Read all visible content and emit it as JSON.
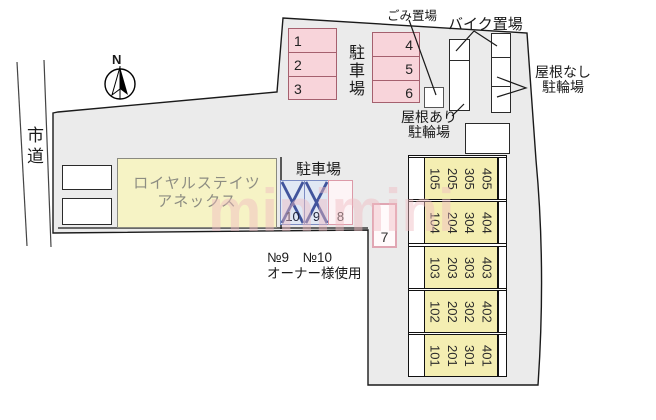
{
  "watermark": "minimini",
  "compass": {
    "north": "N"
  },
  "road": {
    "name": "市道"
  },
  "waste": {
    "label": "ごみ置場"
  },
  "bike": {
    "label": "バイク置場"
  },
  "bicycle_no_roof": {
    "line1": "屋根なし",
    "line2": "駐輪場"
  },
  "bicycle_roofed": {
    "line1": "屋根あり",
    "line2": "駐輪場"
  },
  "parking_lot_top": {
    "label": "駐車場",
    "left_spaces": [
      "1",
      "2",
      "3"
    ],
    "right_spaces": [
      "4",
      "5",
      "6"
    ]
  },
  "parking_lot_mid": {
    "label": "駐車場",
    "spaces": [
      "10",
      "9",
      "8"
    ],
    "space7": "7"
  },
  "owner_note": {
    "line1": "№9　№10",
    "line2": "オーナー様使用"
  },
  "building": {
    "name_line1": "ロイヤルステイツ",
    "name_line2": "アネックス"
  },
  "units": {
    "floor_stacks": [
      [
        "105",
        "205",
        "305",
        "405"
      ],
      [
        "104",
        "204",
        "304",
        "404"
      ],
      [
        "103",
        "203",
        "303",
        "403"
      ],
      [
        "102",
        "202",
        "302",
        "402"
      ],
      [
        "101",
        "201",
        "301",
        "401"
      ]
    ]
  }
}
